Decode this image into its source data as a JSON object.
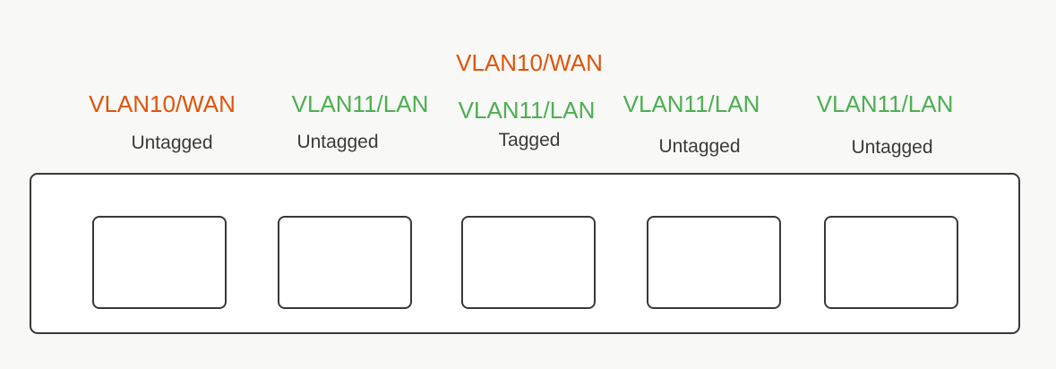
{
  "colors": {
    "wan": "#DE550C",
    "lan": "#4CAF50",
    "tag_text": "#3A3A3A",
    "border": "#383838",
    "background": "#F8F8F7",
    "device_fill": "#FFFFFF"
  },
  "ports": [
    {
      "vlans": [
        {
          "name": "VLAN10/WAN",
          "role": "wan"
        }
      ],
      "tagging": "Untagged"
    },
    {
      "vlans": [
        {
          "name": "VLAN11/LAN",
          "role": "lan"
        }
      ],
      "tagging": "Untagged"
    },
    {
      "vlans": [
        {
          "name": "VLAN10/WAN",
          "role": "wan"
        },
        {
          "name": "VLAN11/LAN",
          "role": "lan"
        }
      ],
      "tagging": "Tagged"
    },
    {
      "vlans": [
        {
          "name": "VLAN11/LAN",
          "role": "lan"
        }
      ],
      "tagging": "Untagged"
    },
    {
      "vlans": [
        {
          "name": "VLAN11/LAN",
          "role": "lan"
        }
      ],
      "tagging": "Untagged"
    }
  ]
}
